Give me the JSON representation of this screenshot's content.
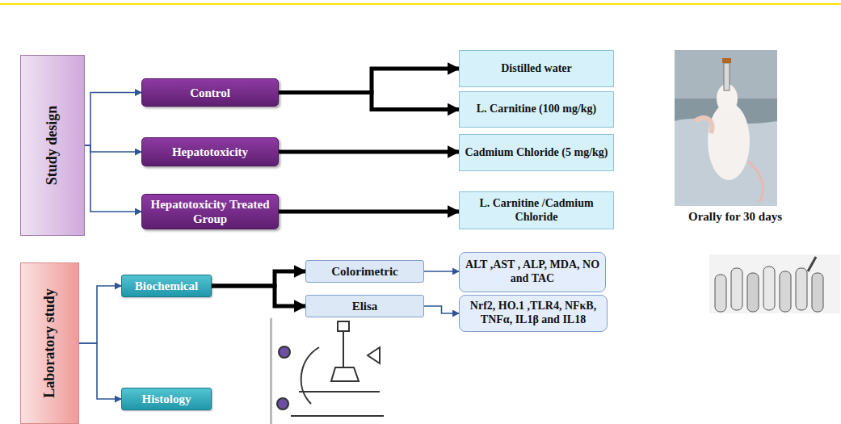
{
  "diagram": {
    "nodes": [
      {
        "text": [
          "Study design"
        ]
      },
      {
        "text": [
          "Control"
        ]
      },
      {
        "text": [
          "Hepatotoxicity"
        ]
      },
      {
        "text": [
          "Hepatotoxicity Treated Group"
        ]
      },
      {
        "text": [
          "Distilled water"
        ]
      },
      {
        "text": [
          "L. Carnitine (100 mg/kg)"
        ]
      },
      {
        "text": [
          "Cadmium Chloride (5 mg/kg)"
        ]
      },
      {
        "text": [
          "L. Carnitine /Cadmium Chloride"
        ]
      },
      {
        "text": [
          "Laboratory study"
        ]
      },
      {
        "text": [
          "Biochemical"
        ]
      },
      {
        "text": [
          "Colorimetric"
        ]
      },
      {
        "text": [
          "ALT ,AST , ALP, MDA, NO and TAC"
        ]
      },
      {
        "text": [
          "Elisa"
        ]
      },
      {
        "text": [
          "Nrf2, HO.1 ,TLR4, NFκB, TNFα, IL1β and IL18"
        ]
      },
      {
        "text": [
          "Histology"
        ]
      }
    ],
    "edges": [
      {
        "from": 0,
        "to": 1,
        "arrow": "to"
      },
      {
        "from": 0,
        "to": 2,
        "arrow": "to"
      },
      {
        "from": 0,
        "to": 3,
        "arrow": "to"
      },
      {
        "from": 1,
        "to": 4,
        "arrow": "to"
      },
      {
        "from": 1,
        "to": 5,
        "arrow": "to"
      },
      {
        "from": 2,
        "to": 6,
        "arrow": "to"
      },
      {
        "from": 3,
        "to": 7,
        "arrow": "to"
      },
      {
        "from": 8,
        "to": 9,
        "arrow": "to"
      },
      {
        "from": 8,
        "to": 14,
        "arrow": "to"
      },
      {
        "from": 9,
        "to": 10,
        "arrow": "to"
      },
      {
        "from": 9,
        "to": 12,
        "arrow": "to"
      },
      {
        "from": 10,
        "to": 11,
        "arrow": "to"
      },
      {
        "from": 12,
        "to": 13,
        "arrow": "to"
      }
    ],
    "labels": [
      "Orally for 30 days"
    ]
  }
}
